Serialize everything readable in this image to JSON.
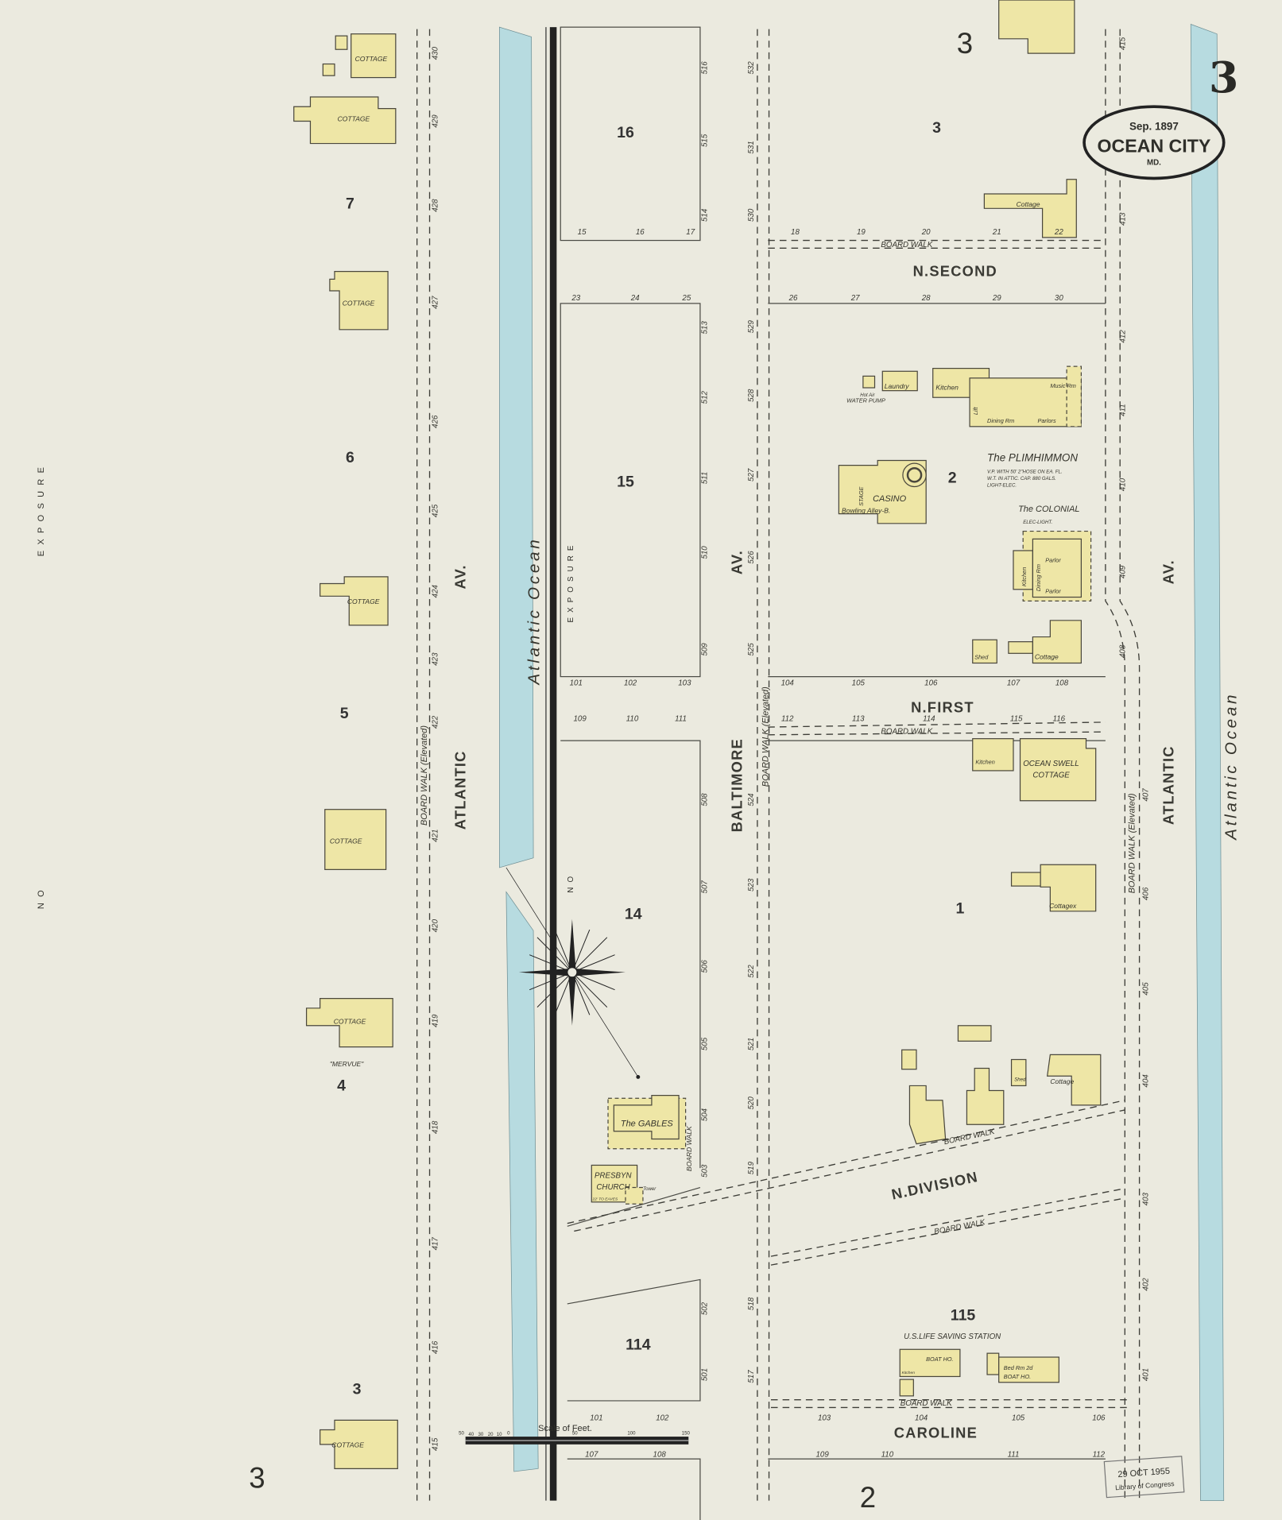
{
  "title_cartouche": {
    "date": "Sep. 1897",
    "city": "OCEAN CITY",
    "state": "MD."
  },
  "sheet_number": "3",
  "adjoining_sheets": {
    "top": "3",
    "bottom_left": "3",
    "bottom": "2"
  },
  "margin_text": {
    "left_exposure": "EXPOSURE",
    "left_no": "NO",
    "middle_exposure": "EXPOSURE",
    "middle_no": "NO"
  },
  "water": {
    "left": "Atlantic   Ocean",
    "right": "Atlantic   Ocean"
  },
  "streets": {
    "atlantic_left": "ATLANTIC",
    "av_left": "AV.",
    "baltimore": "BALTIMORE",
    "av_mid": "AV.",
    "atlantic_right": "ATLANTIC",
    "av_right": "AV.",
    "n_second": "N.SECOND",
    "n_first": "N.FIRST",
    "n_division": "N.DIVISION",
    "caroline": "CAROLINE",
    "board_walk_left": "BOARD    WALK   (Elevated)",
    "board_walk_right": "BOARD    WALK   (Elevated)",
    "baltimore_walk": "BOARD   WALK  (Elevated)",
    "walk_n_second": "BOARD          WALK",
    "walk_n_first": "BOARD          WALK",
    "walk_division_upper": "BOARD            WALK",
    "walk_division_lower": "BOARD             WALK",
    "walk_caroline": "BOARD                     WALK",
    "gables_walk": "BOARD   WALK"
  },
  "blocks": {
    "left": [
      "7",
      "6",
      "5",
      "4",
      "3"
    ],
    "middle": [
      "16",
      "15",
      "14",
      "114"
    ],
    "right": [
      "3",
      "2",
      "1",
      "115"
    ]
  },
  "buildings": {
    "cottage": "Cottage",
    "cottage_upper": "COTTAGE",
    "laundry": "Laundry",
    "hot_air": "Hot Air",
    "water_pump": "WATER PUMP",
    "kitchen": "Kitchen",
    "dining": "Dining Rm",
    "parlors": "Parlors",
    "music": "Music Rm",
    "lift": "Lift",
    "plimhimmon": "The PLIMHIMMON",
    "plimhimmon_notes": [
      "V.P. WITH 50' 2\"HOSE ON EA. FL.",
      "W.T. IN ATTIC. CAP. 880 GALS.",
      "LIGHT-ELEC."
    ],
    "casino": "CASINO",
    "bowling": "Bowling Alley-B.",
    "stage": "STAGE",
    "colonial": "The COLONIAL",
    "colonial_note": "ELEC-LIGHT.",
    "parlor": "Parlor",
    "dining_rm": "Dining Rm",
    "shed": "Shed",
    "ocean_swell": "OCEAN SWELL",
    "ocean_swell2": "COTTAGE",
    "cottagex": "Cottagex",
    "mervue": "\"MERVUE\"",
    "gables": "The GABLES",
    "church1": "PRESBYN",
    "church2": "CHURCH",
    "church_note": "22' TO EAVES",
    "tower": "Tower",
    "life_saving": "U.S.LIFE SAVING STATION",
    "boat_ho": "BOAT HO.",
    "bed_rm": "Bed Rm 2d",
    "boat_ho2": "BOAT HO.",
    "kitchen_ls": "Kitchen"
  },
  "scale": {
    "label": "Scale of Feet.",
    "ticks": [
      "50",
      "40",
      "30",
      "20",
      "10",
      "0",
      "50",
      "100",
      "150"
    ]
  },
  "stamp": {
    "line1": "29 OCT 1955",
    "line2": "Library of Congress"
  },
  "house_numbers": {
    "atlantic_left": [
      "430",
      "429",
      "428",
      "427",
      "426",
      "425",
      "424",
      "423",
      "422",
      "421",
      "420",
      "419",
      "418",
      "417",
      "416",
      "415"
    ],
    "middle_east": [
      "516",
      "515",
      "514",
      "513",
      "512",
      "511",
      "510",
      "509",
      "508",
      "507",
      "506",
      "505",
      "504",
      "503",
      "502",
      "501"
    ],
    "baltimore": [
      "532",
      "531",
      "530",
      "529",
      "528",
      "527",
      "526",
      "525",
      "524",
      "523",
      "522",
      "521",
      "520",
      "519",
      "518",
      "517"
    ],
    "atlantic_right": [
      "415",
      "413",
      "412",
      "411",
      "410",
      "409",
      "408",
      "407",
      "406",
      "405",
      "404",
      "403",
      "402",
      "401"
    ]
  },
  "lot_numbers": {
    "n_second_north": [
      "15",
      "16",
      "17",
      "18",
      "19",
      "20",
      "21",
      "22"
    ],
    "n_second_south": [
      "23",
      "24",
      "25",
      "26",
      "27",
      "28",
      "29",
      "30"
    ],
    "n_first_north": [
      "101",
      "102",
      "103",
      "104",
      "105",
      "106",
      "107",
      "108"
    ],
    "n_first_south": [
      "109",
      "110",
      "111",
      "112",
      "113",
      "114",
      "115",
      "116"
    ],
    "caroline_north": [
      "101",
      "102",
      "103",
      "104",
      "105",
      "106"
    ],
    "caroline_south": [
      "107",
      "108",
      "109",
      "110",
      "111",
      "112"
    ]
  },
  "colors": {
    "ocean": "#b7dbe0",
    "building": "#eee6a6",
    "paper": "#ebeadf"
  }
}
